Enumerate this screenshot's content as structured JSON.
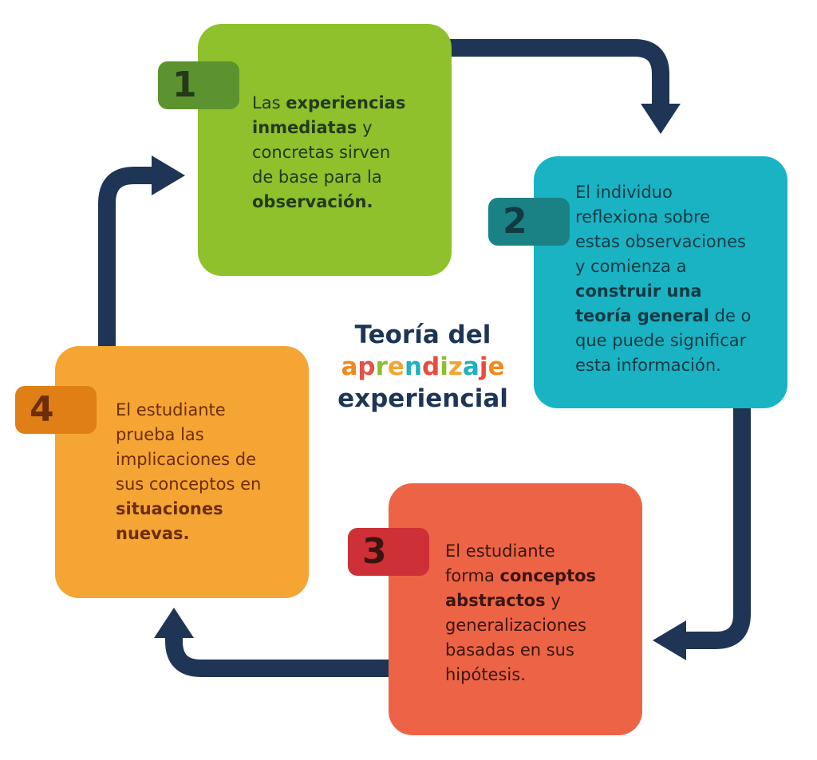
{
  "title": {
    "line1": "Teoría del",
    "line2": "aprendizaje",
    "line3": "experiencial",
    "line2_colors": [
      "#ee8a1f",
      "#e15548",
      "#8cbf2a",
      "#f2a630",
      "#1fb0c2",
      "#e84c3d",
      "#8cbf2a",
      "#f2a630",
      "#1fb0c2",
      "#e84c3d",
      "#ee8a1f"
    ]
  },
  "colors": {
    "arrow": "#1e3556",
    "step1_card": "#8ec12b",
    "step1_badge": "#5c932e",
    "step1_text": "#233a1c",
    "step2_card": "#19b3c4",
    "step2_badge": "#1a8185",
    "step2_text": "#123a43",
    "step3_card": "#ec6445",
    "step3_badge": "#cd3036",
    "step3_text": "#3b1410",
    "step4_card": "#f5a533",
    "step4_badge": "#e07f15",
    "step4_text": "#6c2d07"
  },
  "steps": [
    {
      "number": "1",
      "lines": [
        [
          {
            "t": "Las ",
            "b": false
          },
          {
            "t": "experiencias",
            "b": true
          }
        ],
        [
          {
            "t": "inmediatas",
            "b": true
          },
          {
            "t": " y",
            "b": false
          }
        ],
        [
          {
            "t": "concretas sirven",
            "b": false
          }
        ],
        [
          {
            "t": "de base para la",
            "b": false
          }
        ],
        [
          {
            "t": "observación.",
            "b": true
          }
        ]
      ]
    },
    {
      "number": "2",
      "lines": [
        [
          {
            "t": "El individuo",
            "b": false
          }
        ],
        [
          {
            "t": "reflexiona sobre",
            "b": false
          }
        ],
        [
          {
            "t": "estas observaciones",
            "b": false
          }
        ],
        [
          {
            "t": "y comienza a",
            "b": false
          }
        ],
        [
          {
            "t": "construir una",
            "b": true
          }
        ],
        [
          {
            "t": "teoría general",
            "b": true
          },
          {
            "t": " de o",
            "b": false
          }
        ],
        [
          {
            "t": "que puede significar",
            "b": false
          }
        ],
        [
          {
            "t": "esta información.",
            "b": false
          }
        ]
      ]
    },
    {
      "number": "3",
      "lines": [
        [
          {
            "t": "El estudiante",
            "b": false
          }
        ],
        [
          {
            "t": "forma ",
            "b": false
          },
          {
            "t": "conceptos",
            "b": true
          }
        ],
        [
          {
            "t": "abstractos",
            "b": true
          },
          {
            "t": " y",
            "b": false
          }
        ],
        [
          {
            "t": "generalizaciones",
            "b": false
          }
        ],
        [
          {
            "t": "basadas en sus",
            "b": false
          }
        ],
        [
          {
            "t": "hipótesis.",
            "b": false
          }
        ]
      ]
    },
    {
      "number": "4",
      "lines": [
        [
          {
            "t": "El estudiante",
            "b": false
          }
        ],
        [
          {
            "t": "prueba las",
            "b": false
          }
        ],
        [
          {
            "t": "implicaciones de",
            "b": false
          }
        ],
        [
          {
            "t": "sus conceptos en",
            "b": false
          }
        ],
        [
          {
            "t": "situaciones",
            "b": true
          }
        ],
        [
          {
            "t": "nuevas.",
            "b": true
          }
        ]
      ]
    }
  ]
}
